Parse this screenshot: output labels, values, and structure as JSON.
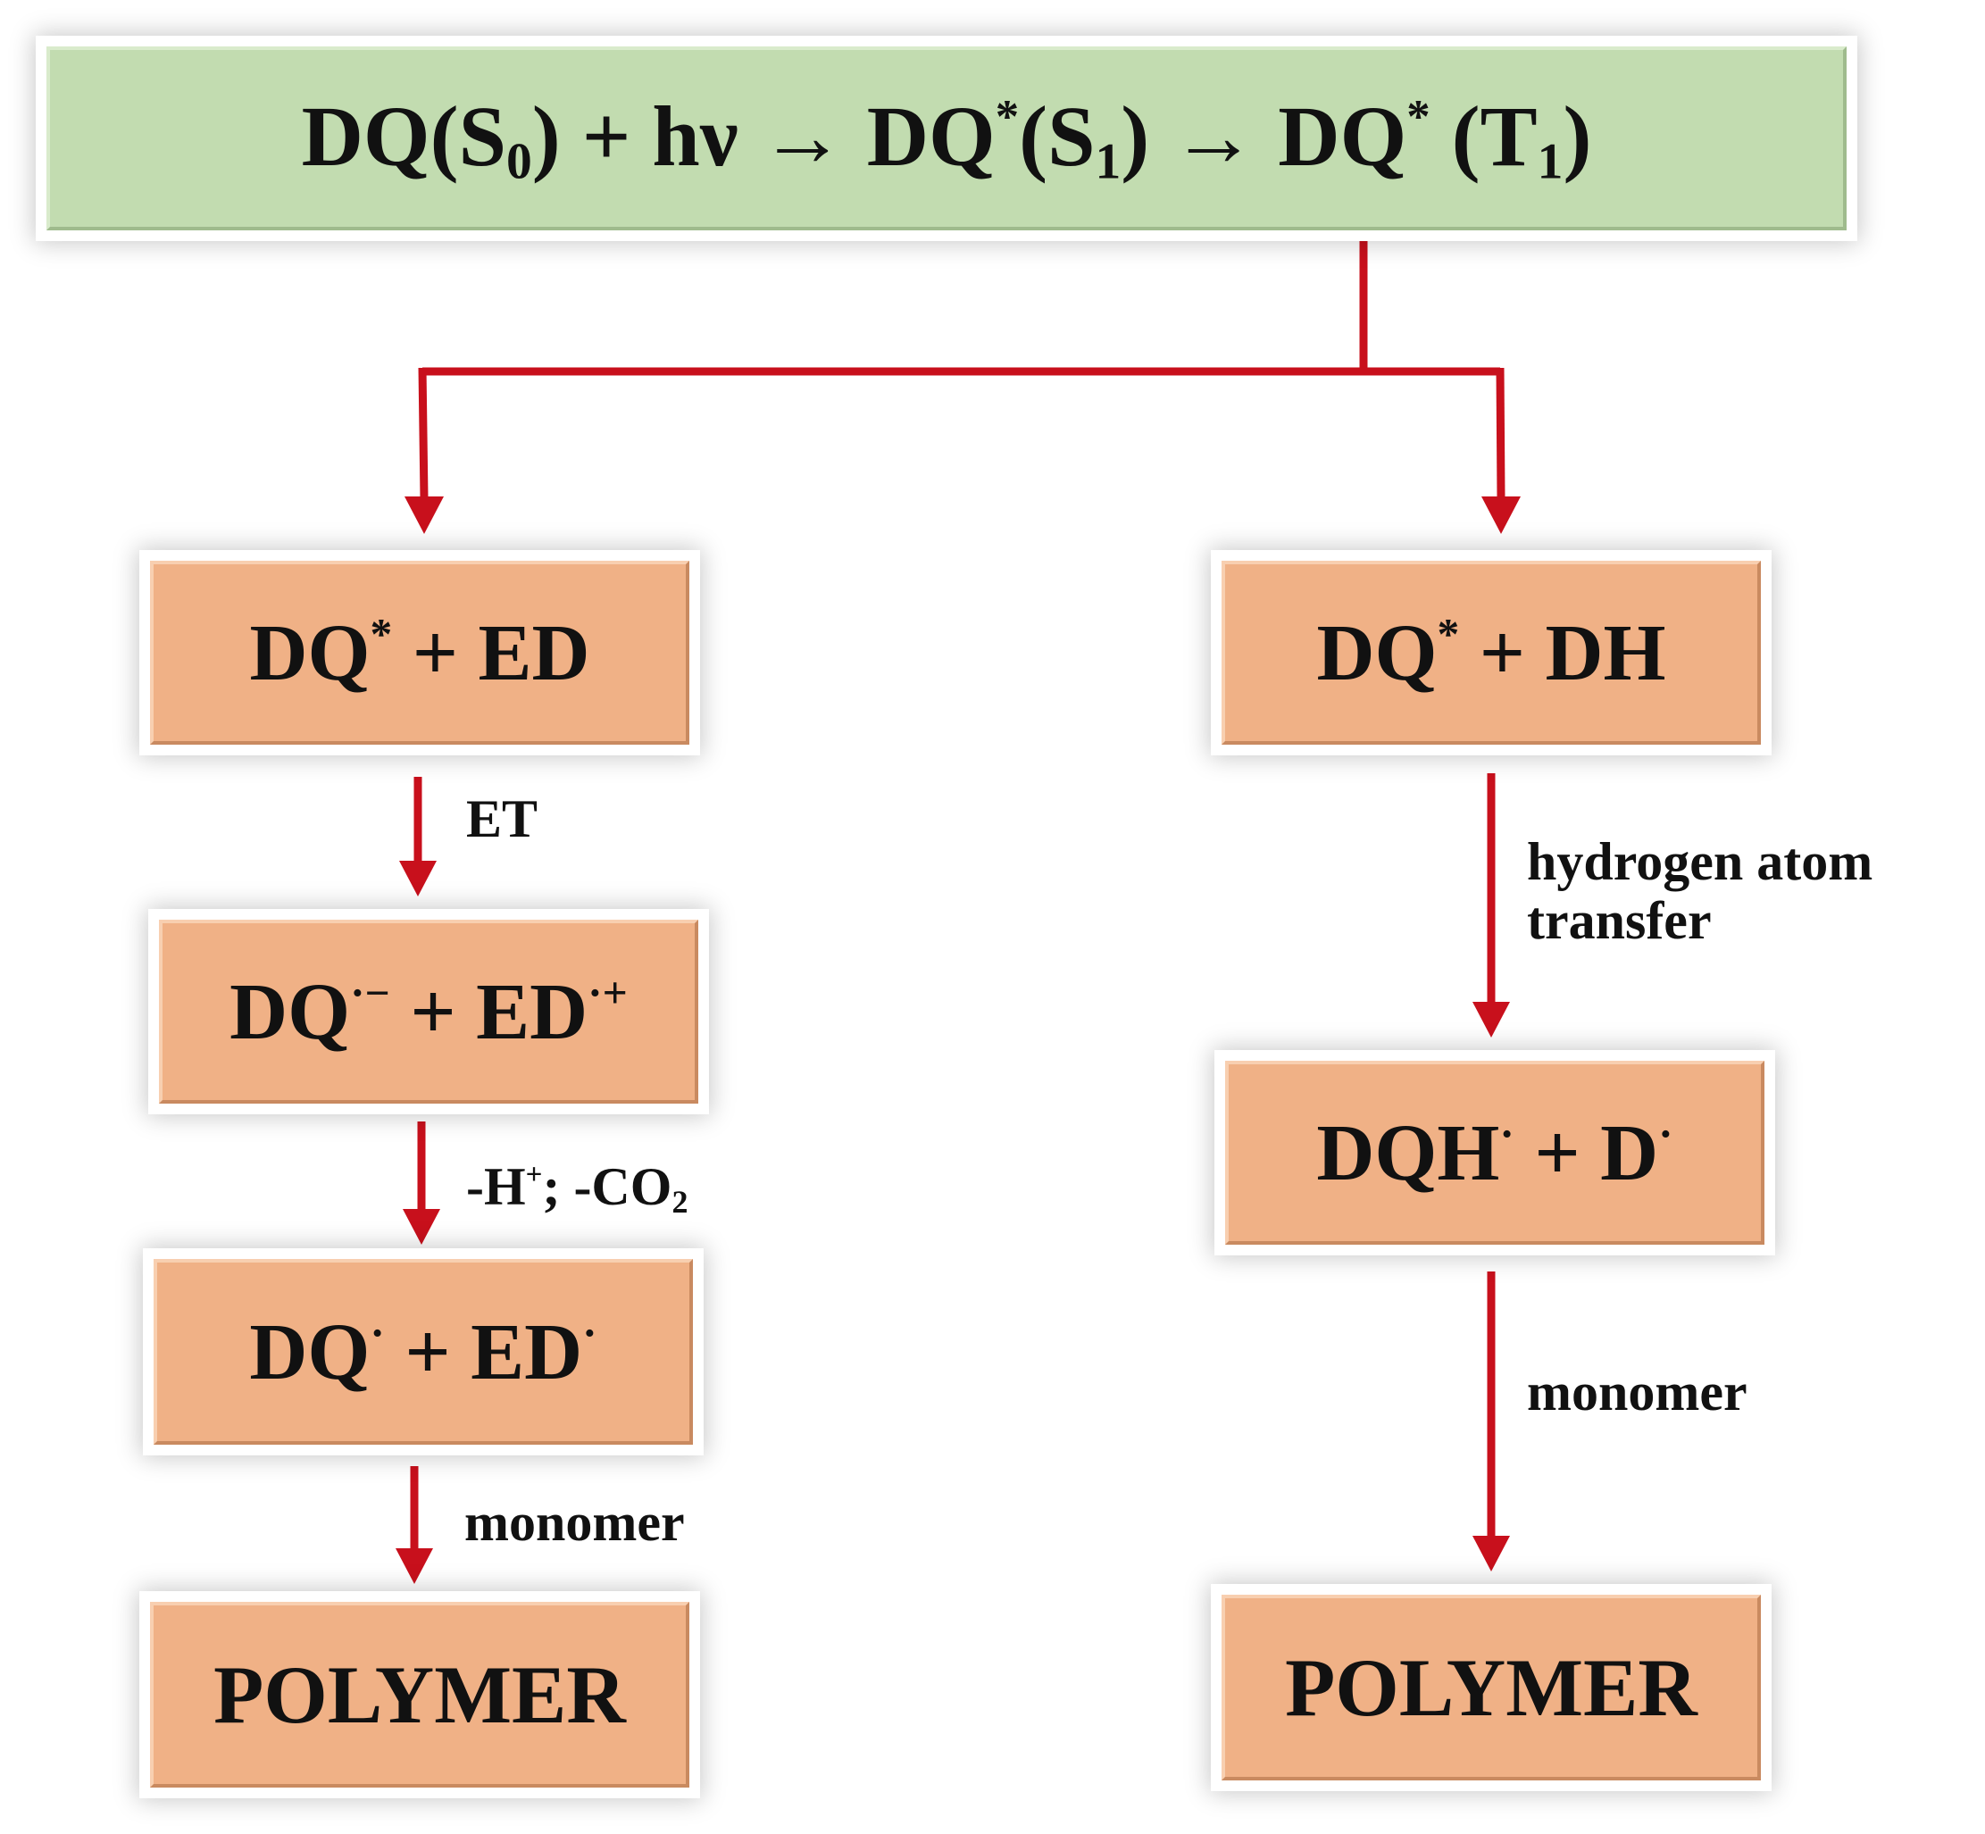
{
  "header": {
    "parts": [
      "DQ(S",
      "0",
      ") + hν → DQ",
      "*",
      "(S",
      "1",
      ") → DQ",
      "*",
      " (T",
      "1",
      ")"
    ]
  },
  "left_branch": {
    "node1": {
      "a": "DQ",
      "a_sup": "*",
      "b": " + ED"
    },
    "step1_label": "ET",
    "node2": {
      "a": "DQ",
      "a_sup": "·−",
      "b": " + ED",
      "b_sup": "·+"
    },
    "step2_label": {
      "a": "-H",
      "a_sup": "+",
      "b": "; -CO",
      "b_sub": "2"
    },
    "node3": {
      "a": "DQ",
      "a_sup": "·",
      "b": " + ED",
      "b_sup": "·"
    },
    "step3_label": "monomer",
    "node4": "POLYMER"
  },
  "right_branch": {
    "node1": {
      "a": "DQ",
      "a_sup": "*",
      "b": " + DH"
    },
    "step1_label_line1": "hydrogen atom",
    "step1_label_line2": "transfer",
    "node2": {
      "a": "DQH",
      "a_sup": "·",
      "b": " + D",
      "b_sup": "·"
    },
    "step2_label": "monomer",
    "node3": "POLYMER"
  },
  "colors": {
    "arrow": "#c8101c",
    "green_box": "#c2dcb0",
    "orange_box": "#f0b186"
  }
}
